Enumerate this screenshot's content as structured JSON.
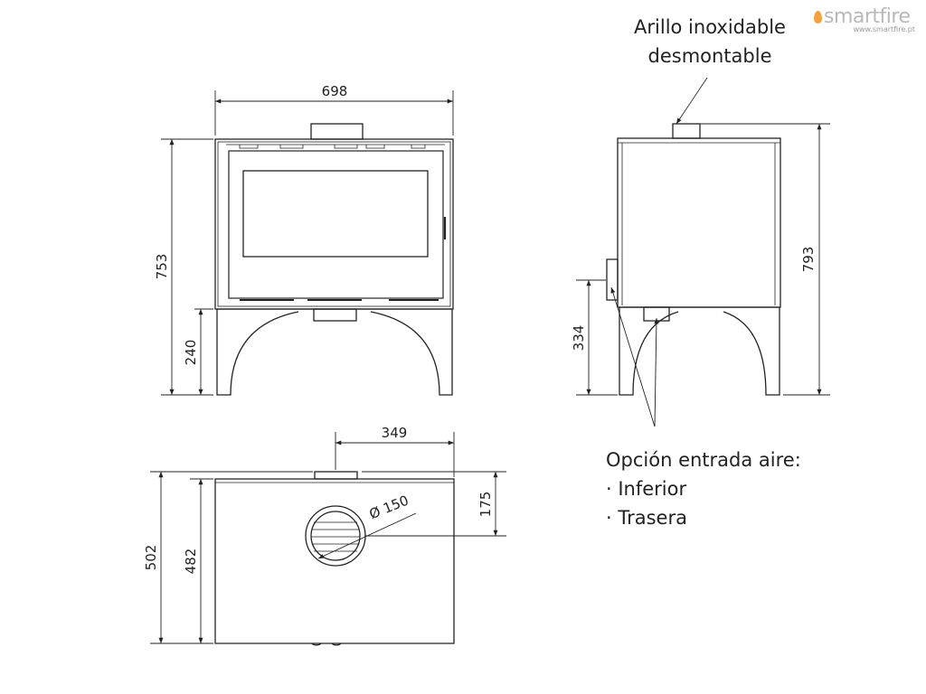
{
  "logo": {
    "name": "smartfire",
    "url": "www.smartfire.pt",
    "icon": "flame-icon",
    "accent": "#f2a23c"
  },
  "labels": {
    "ring_line1": "Arillo inoxidable",
    "ring_line2": "desmontable",
    "air_line1": "Opción entrada aire:",
    "air_line2": "· Inferior",
    "air_line3": "· Trasera"
  },
  "dimensions": {
    "front_width": "698",
    "front_height": "753",
    "front_leg_height": "240",
    "side_height": "793",
    "side_inlet_height": "334",
    "top_flue_offset": "349",
    "top_depth_total": "502",
    "top_depth_inner": "482",
    "top_flue_depth": "175",
    "flue_diameter": "Ø 150"
  },
  "colors": {
    "line": "#222222",
    "background": "#ffffff"
  }
}
